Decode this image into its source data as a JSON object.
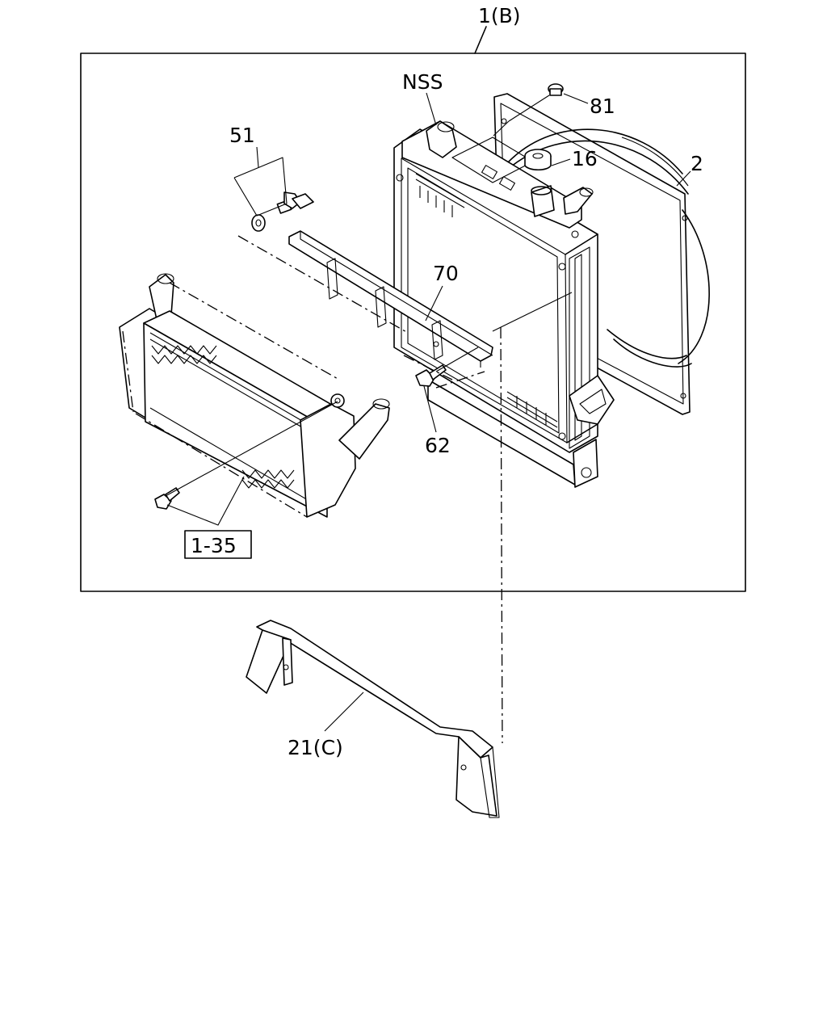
{
  "callouts": {
    "assembly": "1(B)",
    "nss": "NSS",
    "washer_bolt": "51",
    "clip": "81",
    "cap": "16",
    "shroud": "2",
    "bracket": "70",
    "bolt": "62",
    "intercooler": "1-35",
    "support": "21(C)"
  }
}
